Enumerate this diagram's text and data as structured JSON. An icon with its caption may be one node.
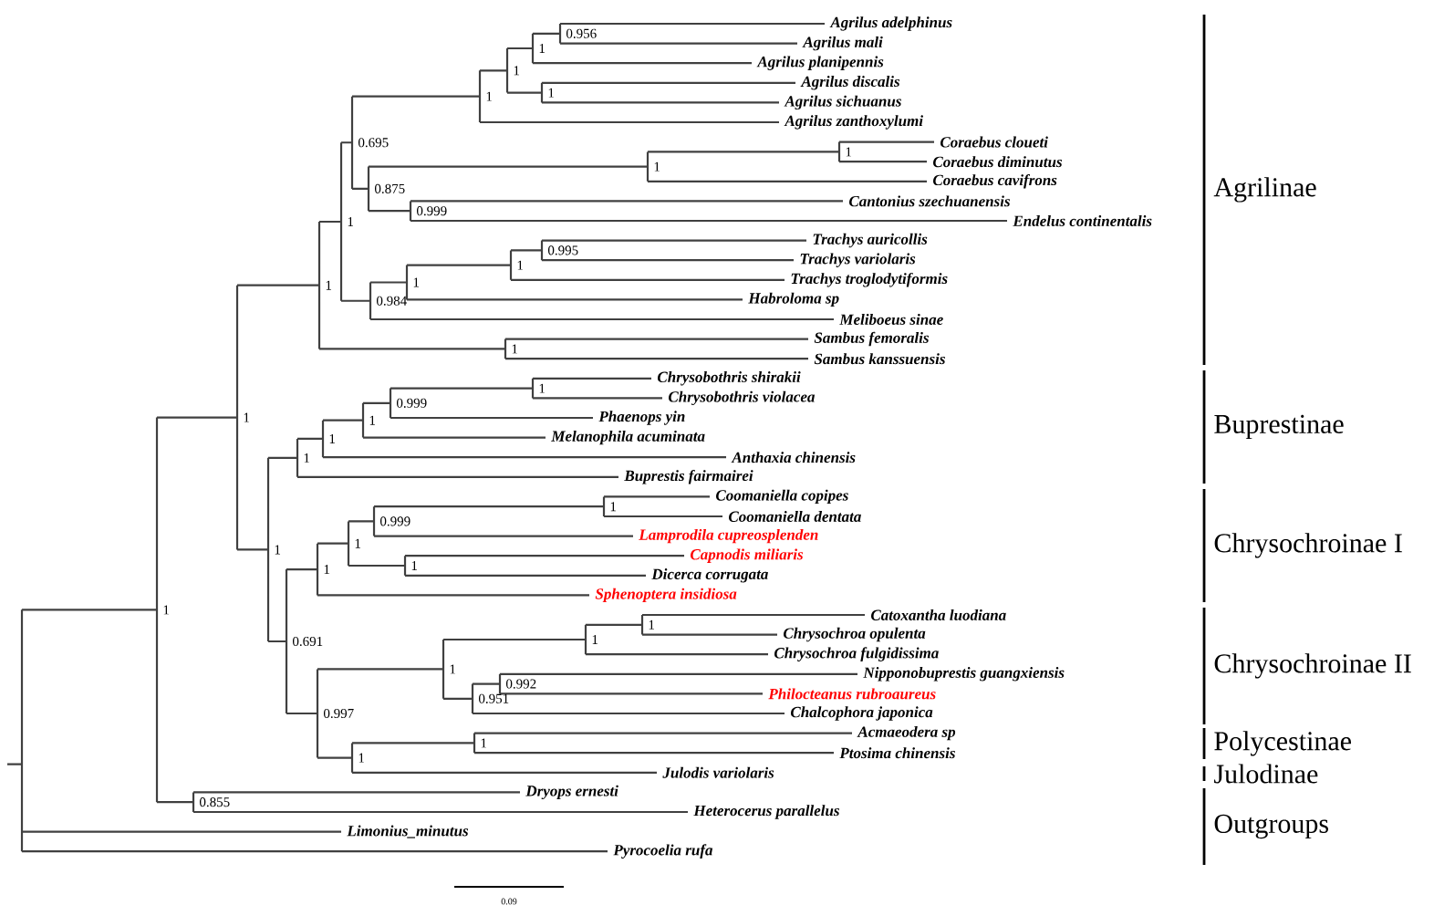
{
  "diagram": {
    "labels": [
      "Agrilus adelphinus",
      "Agrilus mali",
      "Agrilus planipennis",
      "Agrilus discalis",
      "Agrilus sichuanus",
      "Agrilus zanthoxylumi",
      "Coraebus cloueti",
      "Coraebus diminutus",
      "Coraebus cavifrons",
      "Cantonius szechuanensis",
      "Endelus continentalis",
      "Trachys auricollis",
      "Trachys variolaris",
      "Trachys troglodytiformis",
      "Habroloma sp",
      "Meliboeus sinae",
      "Sambus femoralis",
      "Sambus kanssuensis",
      "Chrysobothris shirakii",
      "Chrysobothris violacea",
      "Phaenops yin",
      "Melanophila acuminata",
      "Anthaxia chinensis",
      "Buprestis fairmairei",
      "Coomaniella copipes",
      "Coomaniella dentata",
      "Lamprodila cupreosplenden",
      "Capnodis miliaris",
      "Dicerca corrugata",
      "Sphenoptera insidiosa",
      "Catoxantha luodiana",
      "Chrysochroa opulenta",
      "Chrysochroa fulgidissima",
      "Nipponobuprestis guangxiensis",
      "Philocteanus rubroaureus",
      "Chalcophora japonica",
      "Acmaeodera sp",
      "Ptosima chinensis",
      "Julodis variolaris",
      "Dryops ernesti",
      "Heterocerus parallelus",
      "Limonius_minutus",
      "Pyrocoelia rufa",
      "0.956",
      "1",
      "1",
      "1",
      "1",
      "1",
      "1",
      "0.999",
      "0.875",
      "0.695",
      "0.995",
      "1",
      "1",
      "0.984",
      "1",
      "1",
      "1",
      "1",
      "0.999",
      "1",
      "1",
      "1",
      "1",
      "0.999",
      "1",
      "1",
      "1",
      "1",
      "1",
      "0.992",
      "0.951",
      "1",
      "1",
      "1",
      "0.997",
      "0.691",
      "1",
      "1",
      "0.855",
      "1",
      "Agrilinae",
      "Buprestinae",
      "Chrysochroinae I",
      "Chrysochroinae II",
      "Polycestinae",
      "Julodinae",
      "Outgroups",
      "0.09"
    ]
  }
}
